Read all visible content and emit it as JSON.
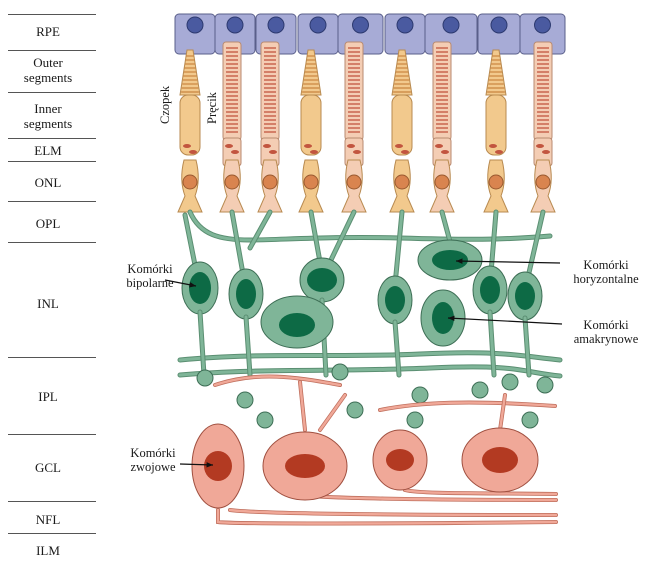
{
  "layers": [
    "RPE",
    "Outer\nsegments",
    "Inner\nsegments",
    "ELM",
    "ONL",
    "OPL",
    "INL",
    "IPL",
    "GCL",
    "NFL",
    "ILM"
  ],
  "photoreceptor_labels": {
    "cone": "Czopek",
    "rod": "Pręcik"
  },
  "callouts": {
    "bipolar": "Komórki\nbipolarne",
    "horizontal": "Komórki\nhoryzontalne",
    "amacrine": "Komórki\namakrynowe",
    "ganglion": "Komórki\nzwojowe"
  },
  "colors": {
    "rpe": "#a7abd6",
    "rpe_nucleus": "#4a5aa0",
    "cone": "#f2c98d",
    "rod": "#f4cdb4",
    "photoreceptor_nucleus": "#d9844f",
    "inner_neuron": "#7fb598",
    "inner_nucleus": "#0d6a45",
    "ganglion": "#f0a898",
    "ganglion_nucleus": "#b33a22"
  }
}
